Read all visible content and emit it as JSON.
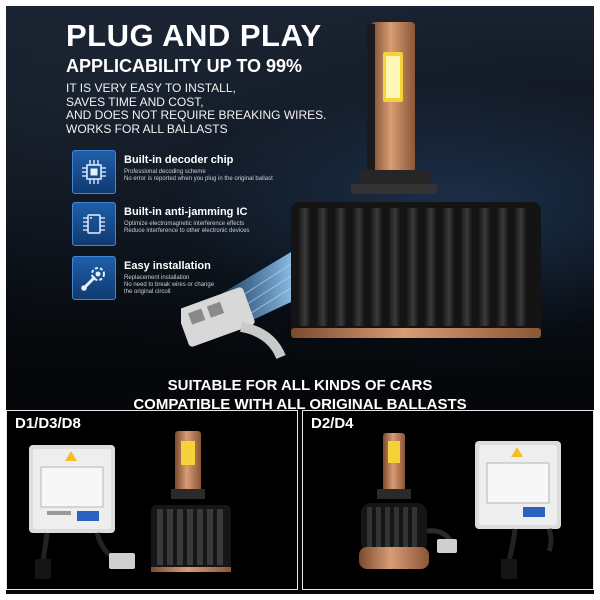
{
  "header": {
    "title": "PLUG AND PLAY",
    "subtitle": "APPLICABILITY UP TO 99%"
  },
  "intro_lines": [
    "IT IS VERY EASY TO INSTALL,",
    "SAVES TIME AND COST,",
    "AND DOES NOT REQUIRE BREAKING WIRES.",
    "WORKS FOR ALL BALLASTS"
  ],
  "features": [
    {
      "icon": "chip-icon",
      "title": "Built-in decoder chip",
      "lines": [
        "Professional decoding scheme",
        "No error is reported when you plug in the original ballast"
      ]
    },
    {
      "icon": "ic-icon",
      "title": "Built-in anti-jamming IC",
      "lines": [
        "Optimize electromagnetic interference effects",
        "Reduce interference to other electronic devices"
      ]
    },
    {
      "icon": "wrench-gear-icon",
      "title": "Easy installation",
      "lines": [
        "Replacement installation",
        "No need to break wires or change",
        "the original circuit"
      ]
    }
  ],
  "compat": {
    "line1": "SUITABLE FOR ALL KINDS OF CARS",
    "line2": "COMPATIBLE WITH ALL ORIGINAL BALLASTS"
  },
  "panels": [
    {
      "label": "D1/D3/D8"
    },
    {
      "label": "D2/D4"
    }
  ],
  "colors": {
    "accent_blue": "#1f5fa8",
    "copper": "#c9835a",
    "led_yellow": "#f5d23a"
  }
}
